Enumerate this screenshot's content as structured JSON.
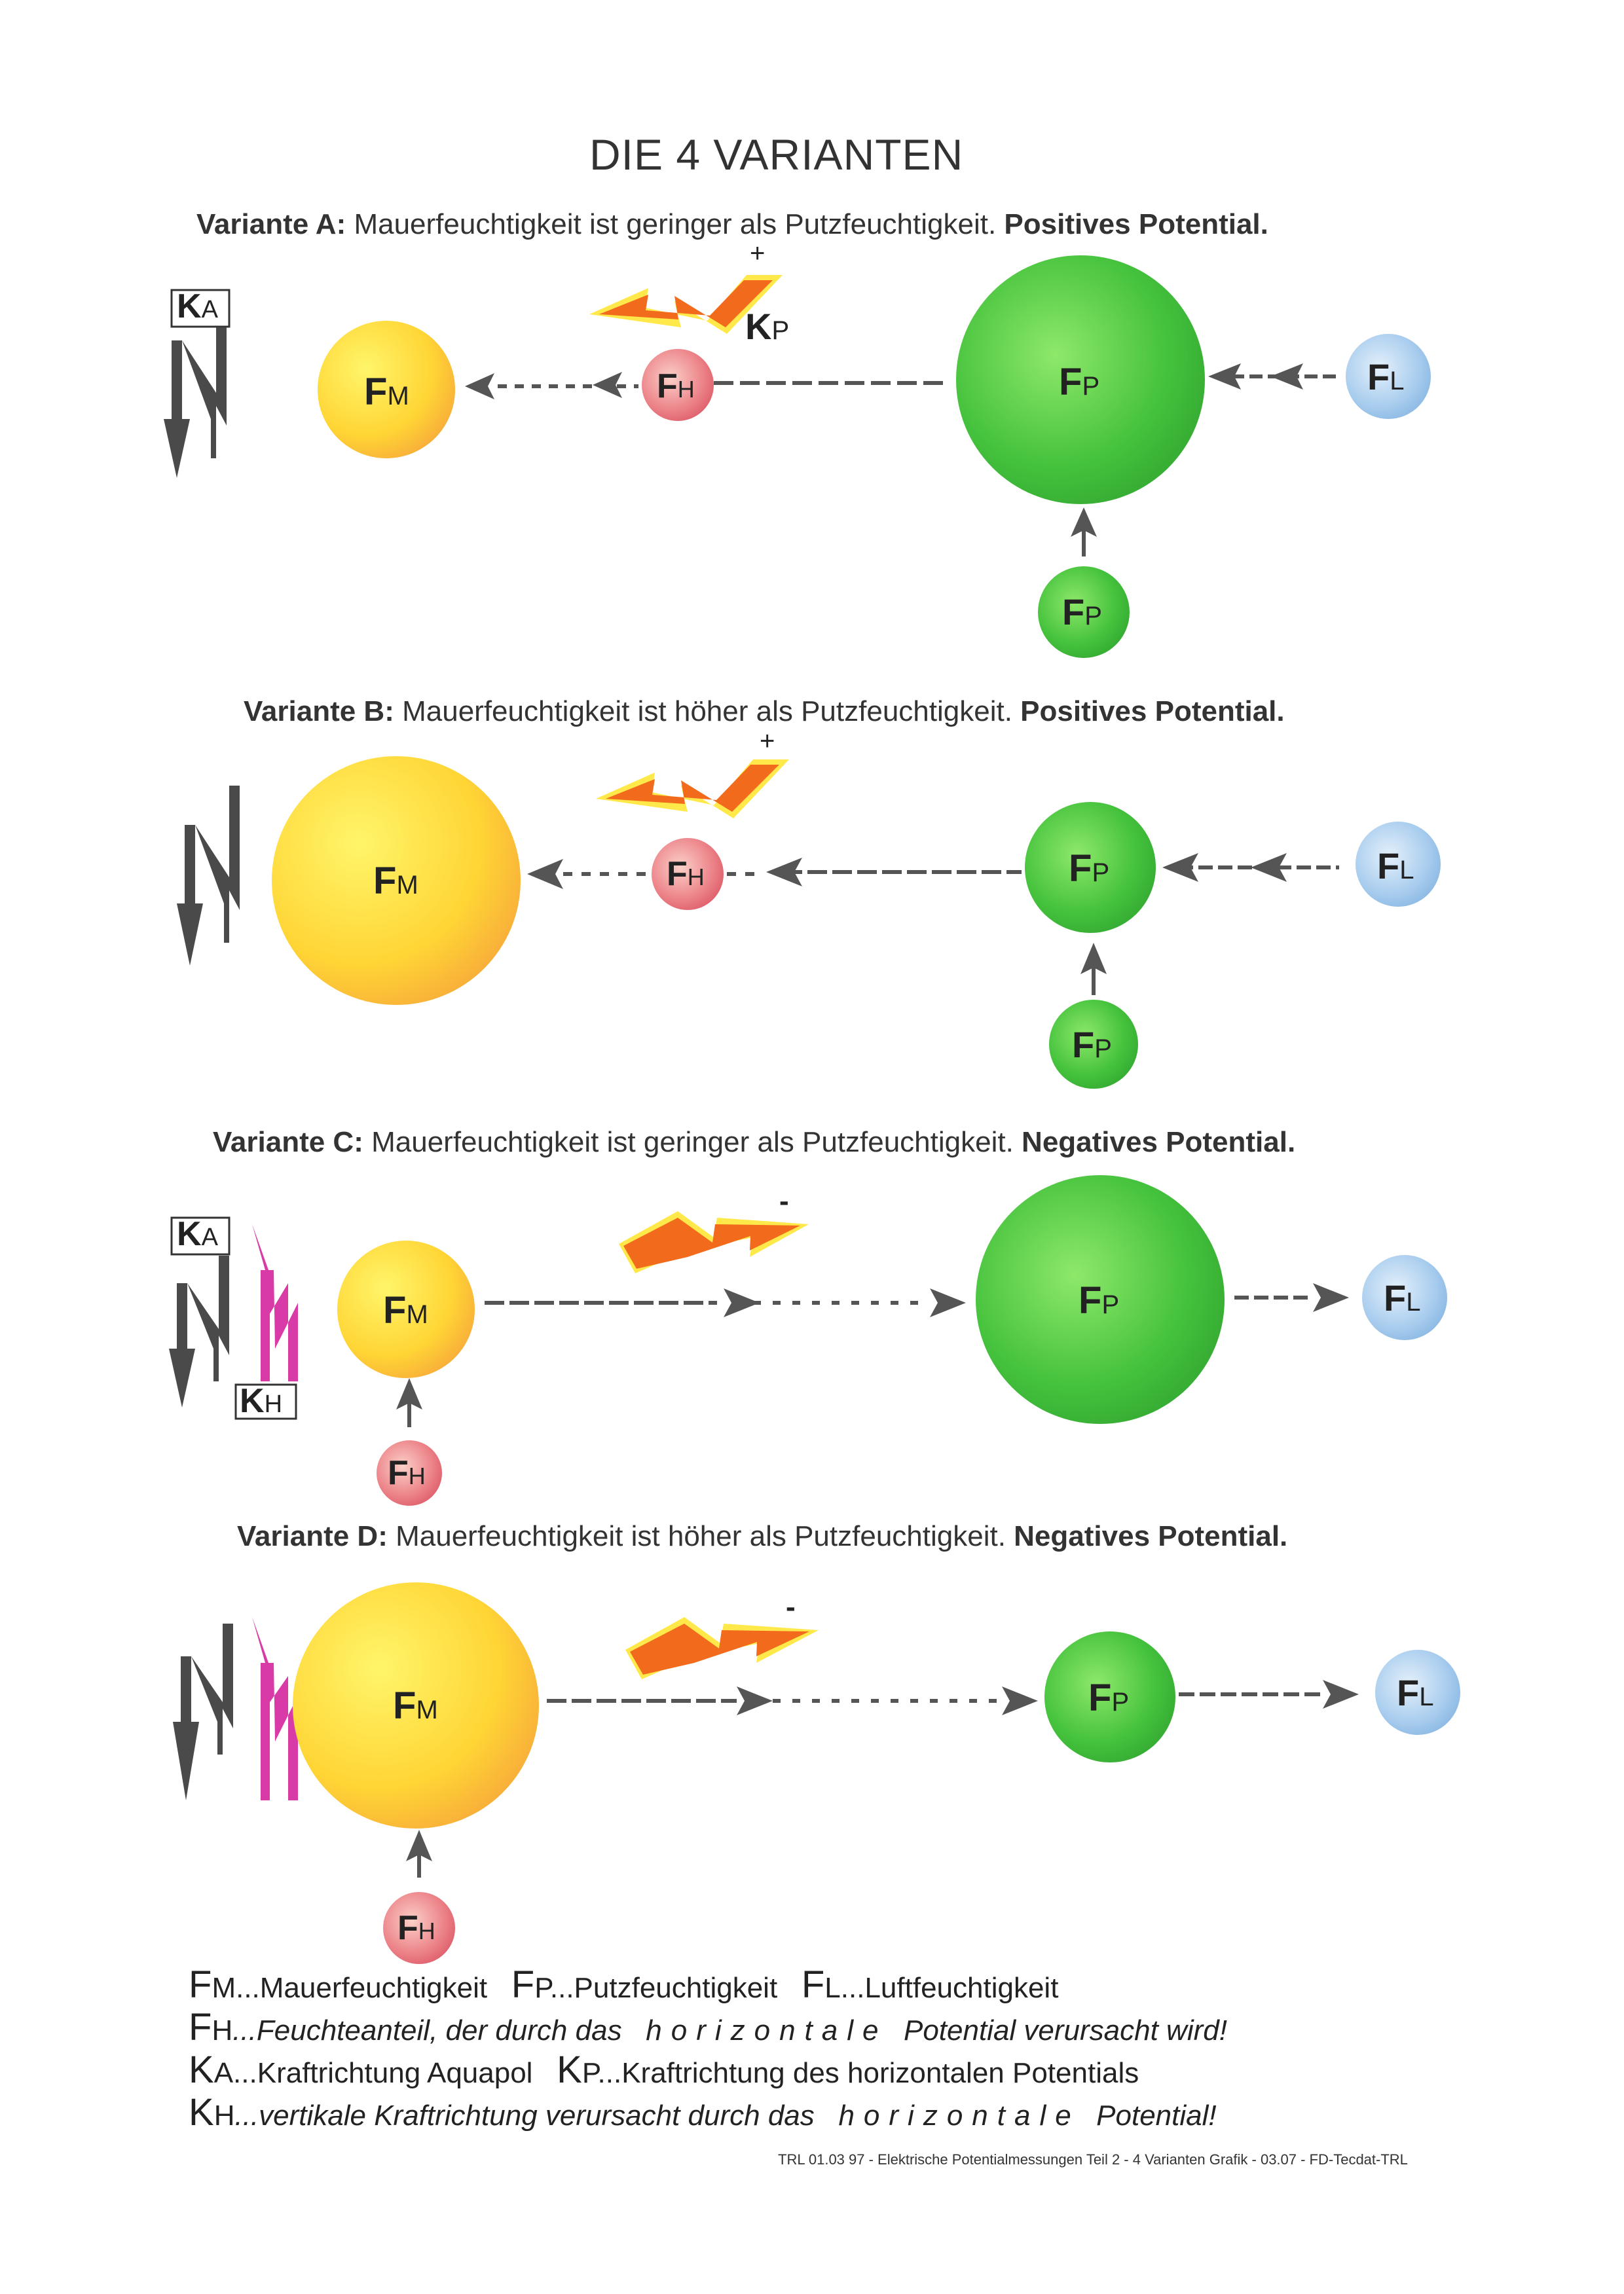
{
  "title": "DIE 4 VARIANTEN",
  "symbols": {
    "FM": {
      "main": "F",
      "sub": "M"
    },
    "FP": {
      "main": "F",
      "sub": "P"
    },
    "FL": {
      "main": "F",
      "sub": "L"
    },
    "FH": {
      "main": "F",
      "sub": "H"
    },
    "KA": {
      "main": "K",
      "sub": "A"
    },
    "KP": {
      "main": "K",
      "sub": "P"
    },
    "KH": {
      "main": "K",
      "sub": "H"
    }
  },
  "signs": {
    "plus": "+",
    "minus": "-"
  },
  "variants": [
    {
      "prefix": "Variante A:",
      "text": " Mauerfeuchtigkeit ist geringer als Putzfeuchtigkeit. ",
      "bold": "Positives Potential."
    },
    {
      "prefix": "Variante B:",
      "text": " Mauerfeuchtigkeit ist höher als Putzfeuchtigkeit. ",
      "bold": "Positives Potential."
    },
    {
      "prefix": "Variante C:",
      "text": " Mauerfeuchtigkeit ist geringer als Putzfeuchtigkeit. ",
      "bold": "Negatives Potential."
    },
    {
      "prefix": "Variante D:",
      "text": " Mauerfeuchtigkeit ist höher als Putzfeuchtigkeit. ",
      "bold": "Negatives Potential."
    }
  ],
  "legend": {
    "fm": "...Mauerfeuchtigkeit",
    "fp": "...Putzfeuchtigkeit",
    "fl": "...Luftfeuchtigkeit",
    "fh_a": "...Feuchteanteil, der durch das",
    "fh_spaced": "horizontale",
    "fh_b": "Potential verursacht wird!",
    "ka": "...Kraftrichtung Aquapol",
    "kp": "...Kraftrichtung des horizontalen Potentials",
    "kh_a": "...vertikale Kraftrichtung verursacht durch das",
    "kh_spaced": "horizontale",
    "kh_b": "Potential!"
  },
  "footer": "TRL 01.03 97 - Elektrische Potentialmessungen Teil 2 - 4 Varianten Grafik - 03.07 - FD-Tecdat-TRL",
  "colors": {
    "fm": "#ffd23c",
    "fp": "#3dbf3d",
    "fl": "#9cc6ec",
    "fh": "#e86a78",
    "arrow": "#555555",
    "bolt_orange": "#f26b1d",
    "bolt_yellow": "#ffe94a",
    "magenta": "#d83aa8"
  }
}
